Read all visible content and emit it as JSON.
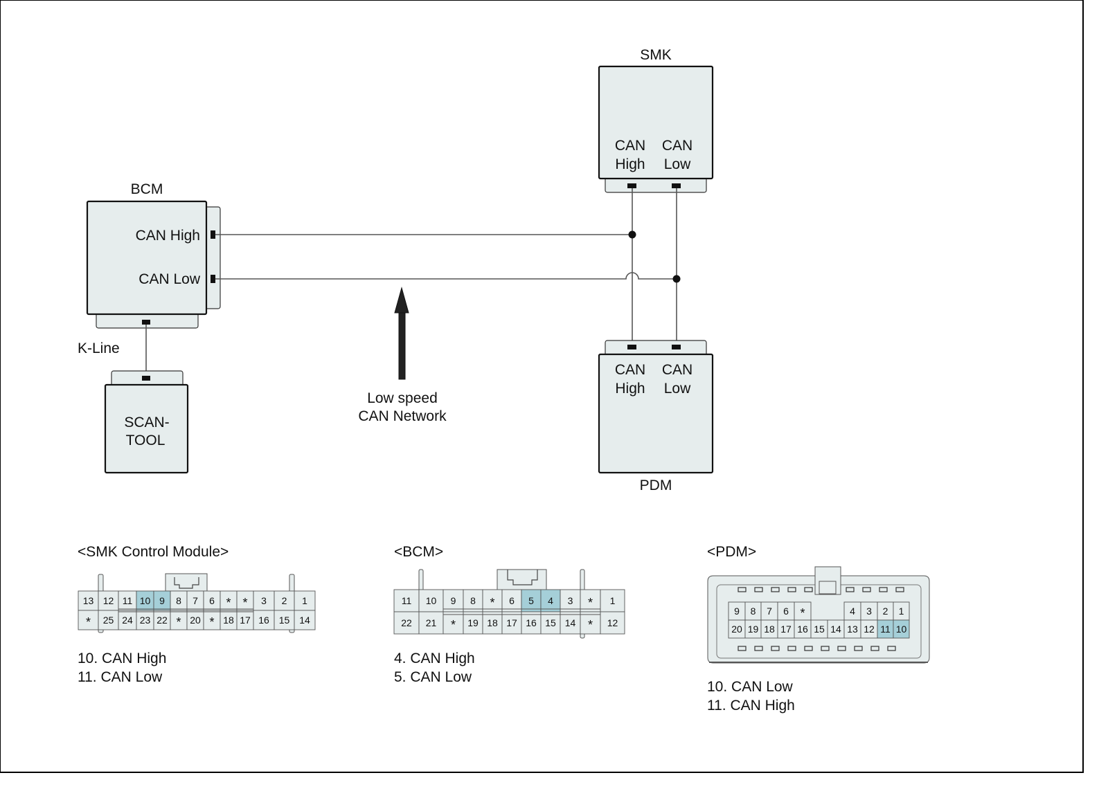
{
  "diagram": {
    "modules": {
      "smk": {
        "name": "SMK",
        "pin_labels": [
          "CAN\nHigh",
          "CAN\nLow"
        ],
        "pin_labels_lines": [
          [
            "CAN",
            "High"
          ],
          [
            "CAN",
            "Low"
          ]
        ]
      },
      "bcm": {
        "name": "BCM",
        "pin_labels": [
          "CAN High",
          "CAN Low"
        ]
      },
      "pdm": {
        "name": "PDM",
        "pin_labels_lines": [
          [
            "CAN",
            "High"
          ],
          [
            "CAN",
            "Low"
          ]
        ]
      },
      "scan_tool": {
        "name_lines": [
          "SCAN-",
          "TOOL"
        ]
      }
    },
    "k_line_label": "K-Line",
    "network_label_lines": [
      "Low speed",
      "CAN Network"
    ],
    "colors": {
      "module_fill": "#e6eded",
      "highlight_pin": "#a5cfd8",
      "wire": "#555555"
    }
  },
  "connectors": {
    "smk": {
      "title": "<SMK Control Module>",
      "row1": [
        "13",
        "12",
        "11",
        "10",
        "9",
        "8",
        "7",
        "6",
        "*",
        "*",
        "3",
        "2",
        "1"
      ],
      "row2": [
        "*",
        "25",
        "24",
        "23",
        "22",
        "*",
        "20",
        "*",
        "18",
        "17",
        "16",
        "15",
        "14"
      ],
      "highlighted": [
        "10",
        "9"
      ],
      "legend": [
        "10. CAN High",
        "11. CAN Low"
      ]
    },
    "bcm": {
      "title": "<BCM>",
      "row1": [
        "11",
        "10",
        "9",
        "8",
        "*",
        "6",
        "5",
        "4",
        "3",
        "*",
        "1"
      ],
      "row2": [
        "22",
        "21",
        "*",
        "19",
        "18",
        "17",
        "16",
        "15",
        "14",
        "*",
        "12"
      ],
      "highlighted": [
        "5",
        "4"
      ],
      "legend": [
        "4. CAN High",
        "5. CAN Low"
      ]
    },
    "pdm": {
      "title": "<PDM>",
      "row1": [
        "9",
        "8",
        "7",
        "6",
        "*",
        "",
        "",
        "4",
        "3",
        "2",
        "1"
      ],
      "row2": [
        "20",
        "19",
        "18",
        "17",
        "16",
        "15",
        "14",
        "13",
        "12",
        "11",
        "10"
      ],
      "highlighted": [
        "11",
        "10"
      ],
      "legend": [
        "10. CAN Low",
        "11. CAN High"
      ]
    }
  }
}
